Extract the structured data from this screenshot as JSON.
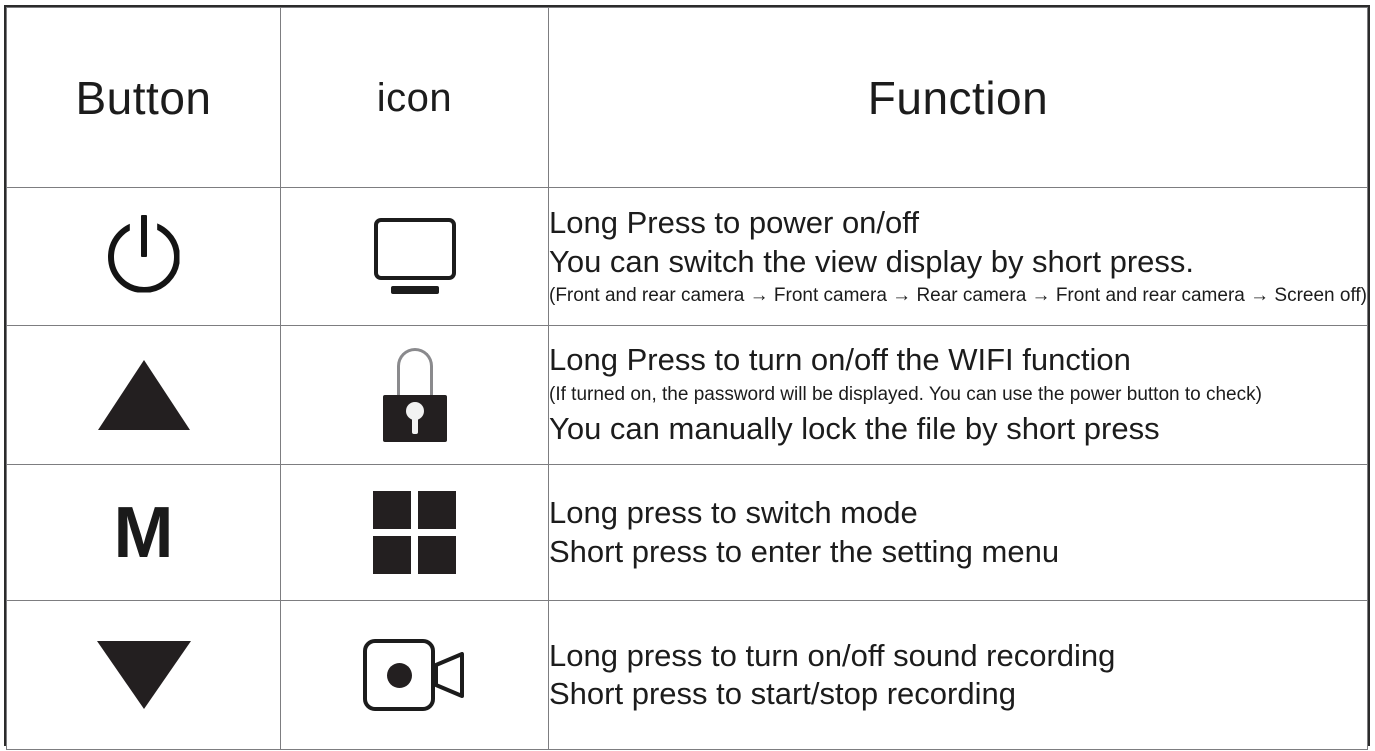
{
  "table": {
    "headers": [
      {
        "label": "Button",
        "name": "column-header-button"
      },
      {
        "label": "icon",
        "name": "column-header-icon"
      },
      {
        "label": "Function",
        "name": "column-header-function"
      }
    ],
    "rows": [
      {
        "button_glyph": "power-symbol",
        "icon": "monitor-icon",
        "lines": [
          "Long Press to power on/off",
          "You can switch the view display by short press."
        ],
        "note": "(Front and rear camera → Front camera → Rear camera → Front and rear camera → Screen off)"
      },
      {
        "button_glyph": "triangle-up",
        "icon": "lock-icon",
        "lines": [
          "Long Press to turn on/off the WIFI function"
        ],
        "note": "(If turned on, the password will be displayed. You can use the power button to check)",
        "lines_after_note": [
          "You can manually lock the file by short press"
        ]
      },
      {
        "button_glyph": "letter-m",
        "button_label": "M",
        "icon": "grid-icon",
        "lines": [
          "Long press to switch mode",
          "Short press to enter the setting menu"
        ]
      },
      {
        "button_glyph": "triangle-down",
        "icon": "camcorder-icon",
        "lines": [
          "Long press to turn on/off sound recording",
          "Short press to start/stop recording"
        ]
      }
    ]
  },
  "colors": {
    "header_background": "#dcdcdd",
    "text": "#1c1c1c",
    "icon_fill": "#231f20",
    "border_outer": "#2b2b2b",
    "border_inner": "#7d7d80",
    "lock_shackle": "#8a8a8d"
  }
}
